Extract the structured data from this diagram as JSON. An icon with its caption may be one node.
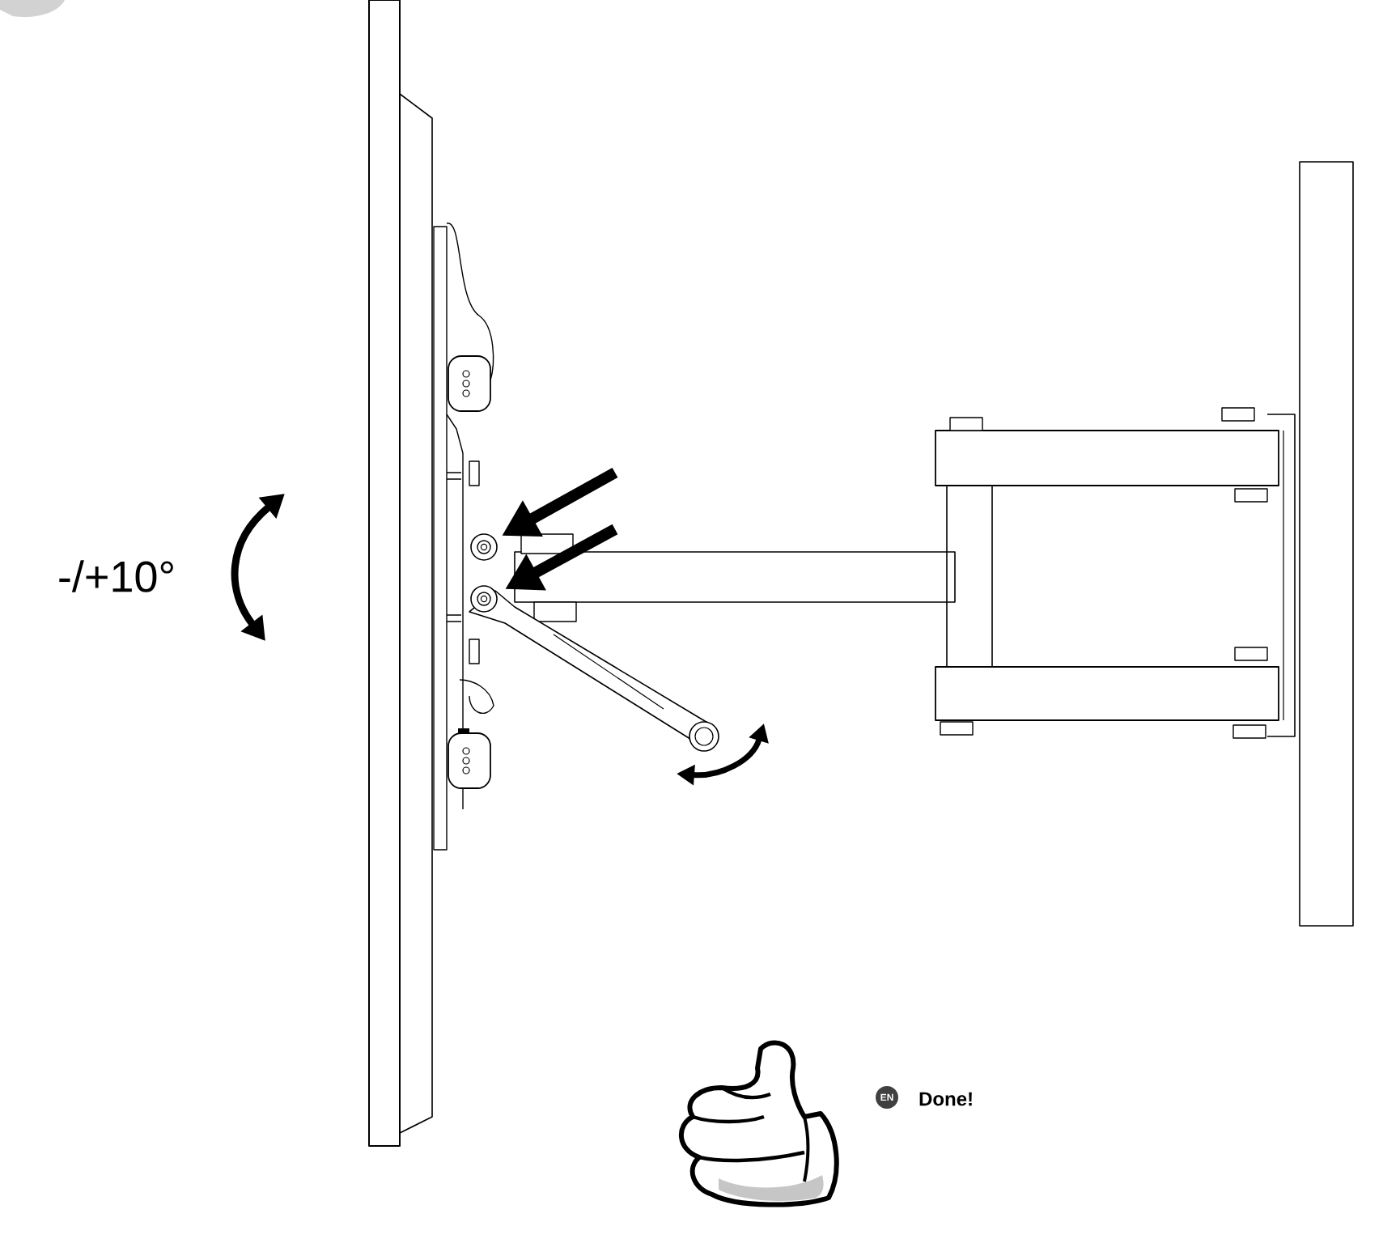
{
  "diagram": {
    "labels": [
      "-/+10°",
      "EN",
      "Done!"
    ]
  }
}
